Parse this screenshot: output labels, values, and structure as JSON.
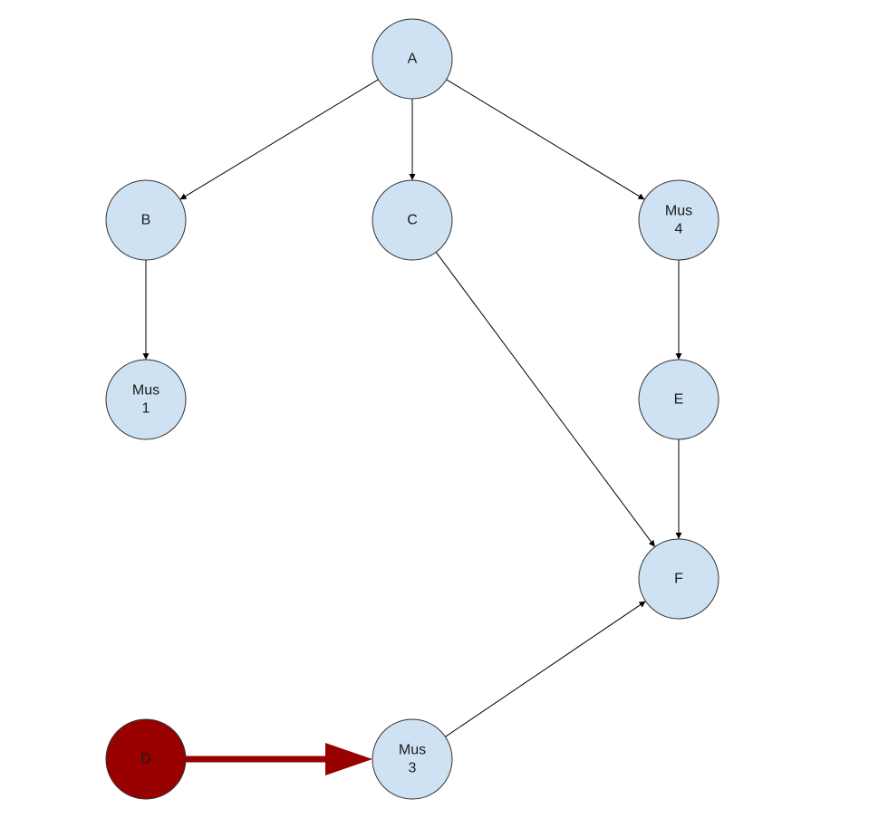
{
  "colors": {
    "node_fill": "#cfe2f3",
    "highlight_fill": "#990000",
    "edge_color": "#000000",
    "highlight_edge_color": "#990000"
  },
  "nodes": [
    {
      "id": "A",
      "lines": [
        "A"
      ],
      "highlight": false
    },
    {
      "id": "B",
      "lines": [
        "B"
      ],
      "highlight": false
    },
    {
      "id": "C",
      "lines": [
        "C"
      ],
      "highlight": false
    },
    {
      "id": "Mus4",
      "lines": [
        "Mus",
        "4"
      ],
      "highlight": false
    },
    {
      "id": "Mus1",
      "lines": [
        "Mus",
        "1"
      ],
      "highlight": false
    },
    {
      "id": "E",
      "lines": [
        "E"
      ],
      "highlight": false
    },
    {
      "id": "F",
      "lines": [
        "F"
      ],
      "highlight": false
    },
    {
      "id": "D",
      "lines": [
        "D"
      ],
      "highlight": true
    },
    {
      "id": "Mus3",
      "lines": [
        "Mus",
        "3"
      ],
      "highlight": false
    }
  ],
  "edges": [
    {
      "from": "A",
      "to": "B",
      "highlight": false
    },
    {
      "from": "A",
      "to": "C",
      "highlight": false
    },
    {
      "from": "A",
      "to": "Mus4",
      "highlight": false
    },
    {
      "from": "B",
      "to": "Mus1",
      "highlight": false
    },
    {
      "from": "C",
      "to": "F",
      "highlight": false
    },
    {
      "from": "Mus4",
      "to": "E",
      "highlight": false
    },
    {
      "from": "E",
      "to": "F",
      "highlight": false
    },
    {
      "from": "Mus3",
      "to": "F",
      "highlight": false
    },
    {
      "from": "D",
      "to": "Mus3",
      "highlight": true
    }
  ]
}
